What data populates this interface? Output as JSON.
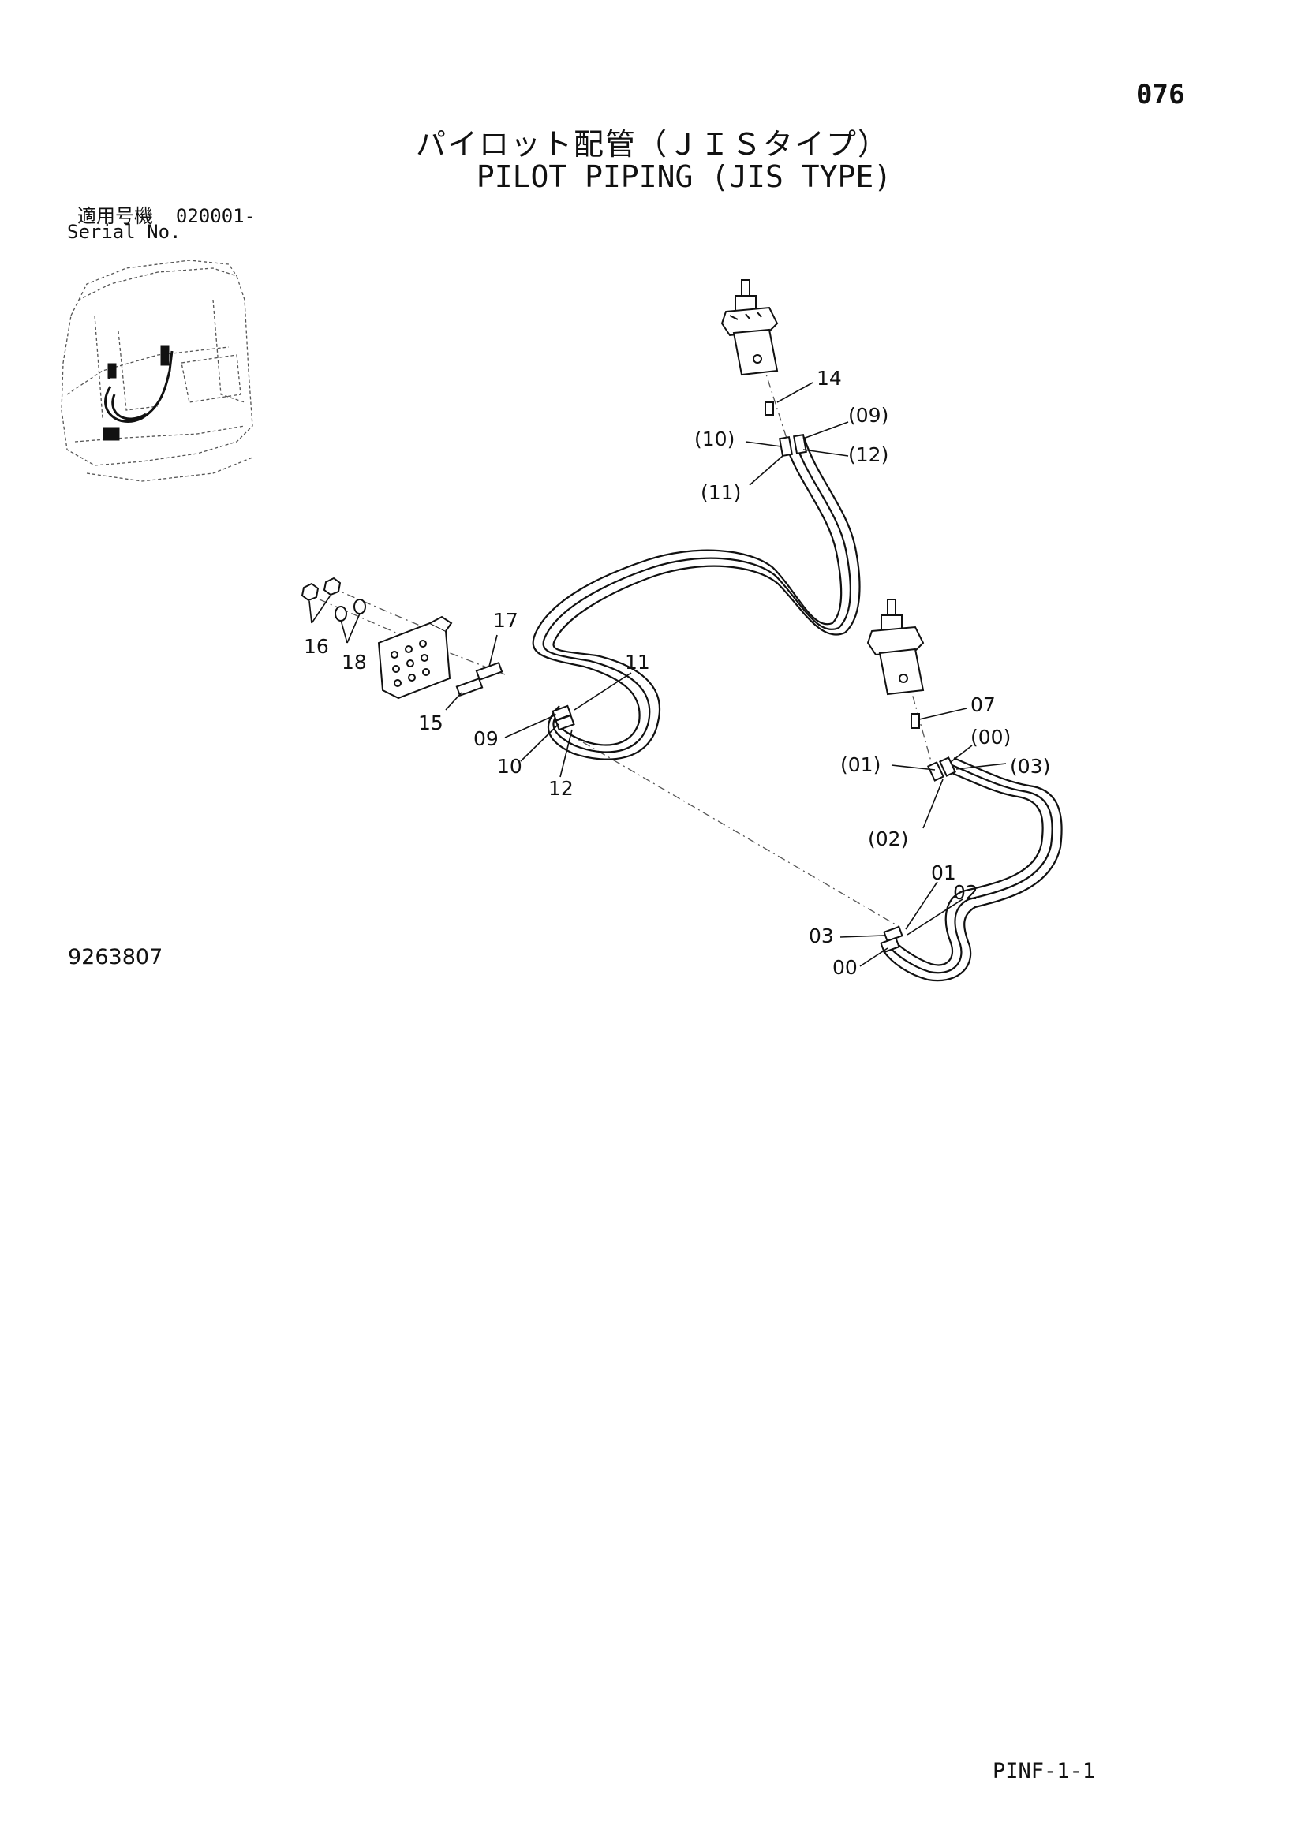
{
  "page_number": "076",
  "title": {
    "japanese": "パイロット配管（ＪＩＳタイプ）",
    "english": "PILOT PIPING (JIS TYPE)"
  },
  "serial": {
    "label_ja": "適用号機",
    "range": "020001-",
    "label_en": "Serial No."
  },
  "drawing_number": "9263807",
  "page_code": "PINF-1-1",
  "callouts": {
    "c14": "14",
    "c09p": "(09)",
    "c10p": "(10)",
    "c12p": "(12)",
    "c11p": "(11)",
    "c17": "17",
    "c16": "16",
    "c18": "18",
    "c15": "15",
    "c11": "11",
    "c09": "09",
    "c10": "10",
    "c12": "12",
    "c07": "07",
    "c00p": "(00)",
    "c01p": "(01)",
    "c03p": "(03)",
    "c02p": "(02)",
    "c01": "01",
    "c02": "02",
    "c03": "03",
    "c00": "00"
  }
}
